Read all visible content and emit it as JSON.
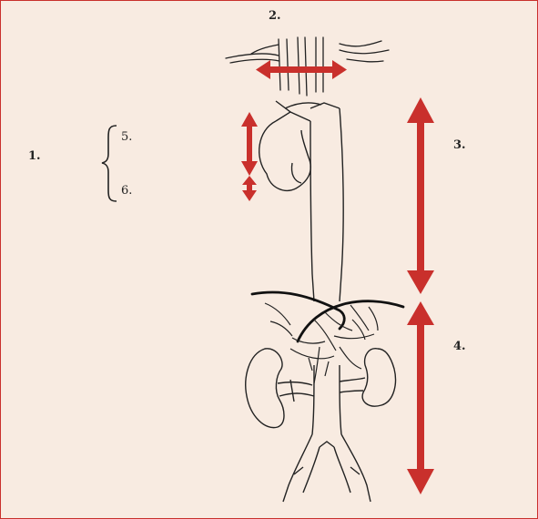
{
  "labels": {
    "one": "1.",
    "two": "2.",
    "three": "3.",
    "four": "4.",
    "five": "5.",
    "six": "6."
  },
  "colors": {
    "background": "#f8ebe1",
    "border": "#c9302c",
    "arrow": "#c9302c",
    "line": "#222222"
  },
  "figure": {
    "subject": "aorta-arch-to-iliac-bifurcation",
    "segments": [
      "aortic-arch-branches",
      "ascending-aorta",
      "descending-thoracic-aorta",
      "abdominal-aorta"
    ]
  }
}
